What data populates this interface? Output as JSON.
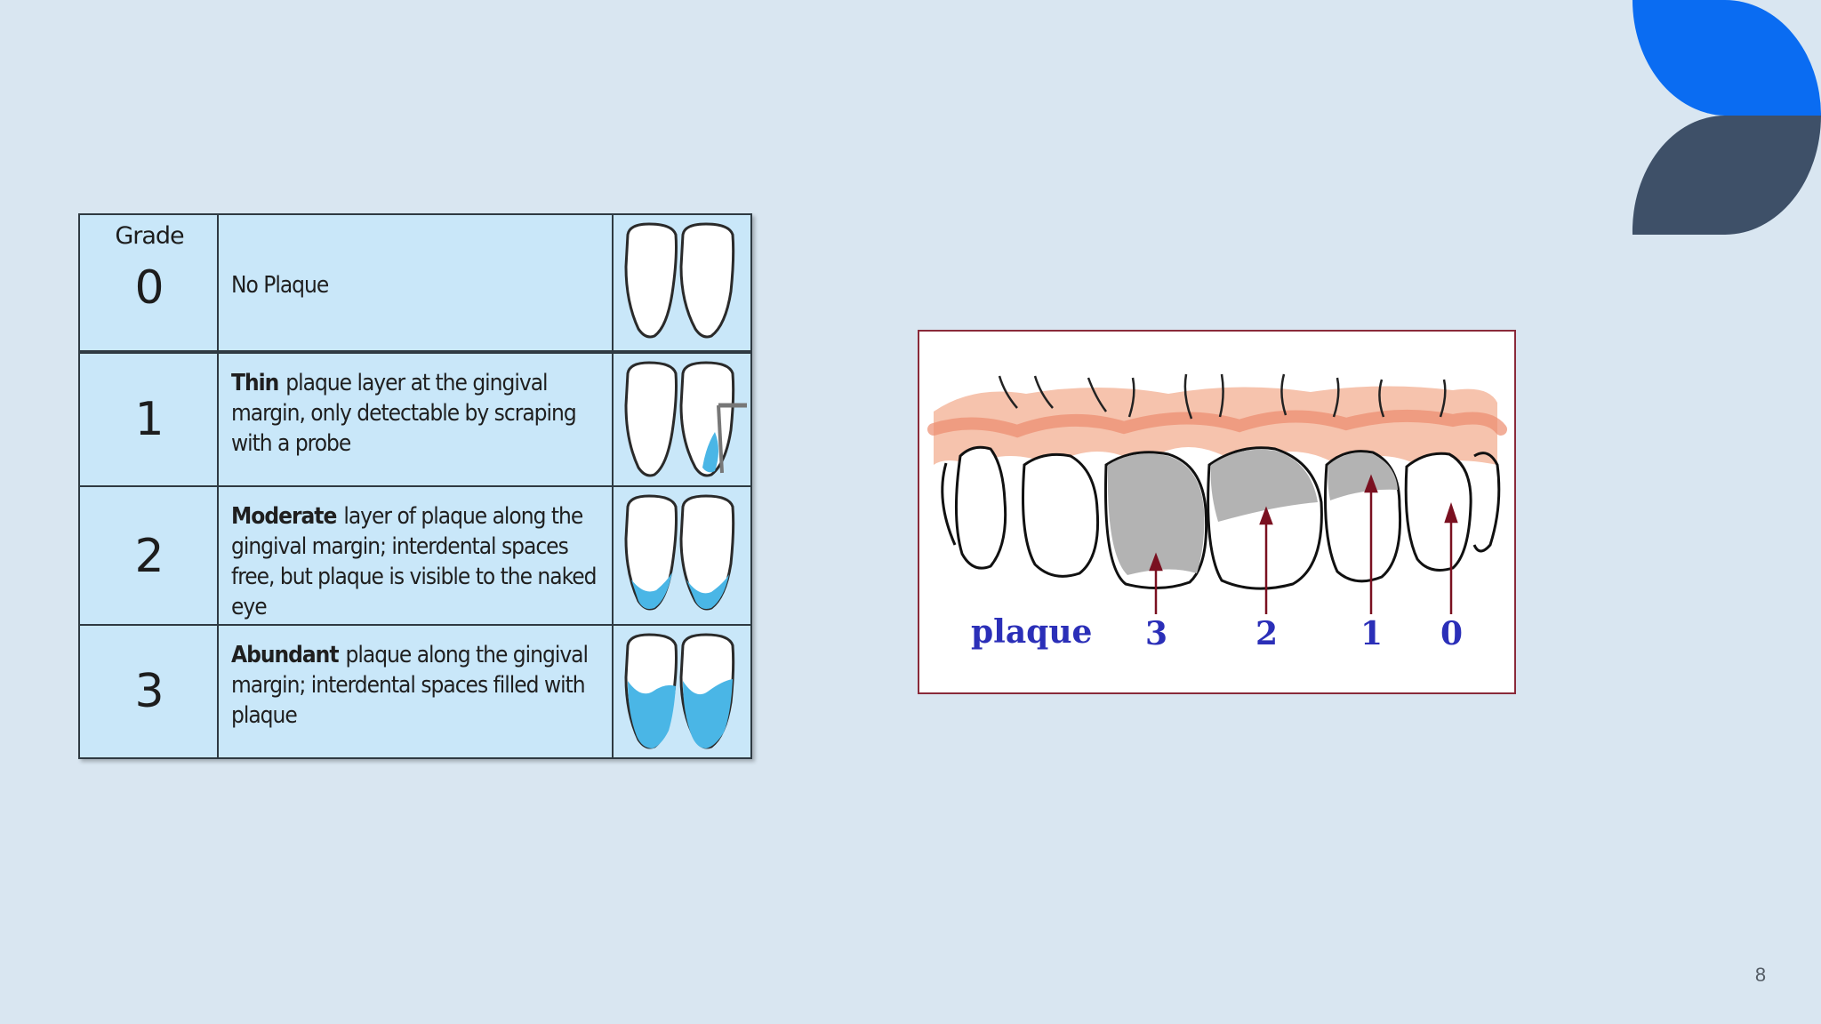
{
  "slide": {
    "page_number": "8",
    "accent_colors": {
      "blue": "#0a6cf2",
      "slate": "#3e5068",
      "background": "#d9e6f1"
    }
  },
  "table": {
    "header": "Grade",
    "rows": [
      {
        "grade": "0",
        "term": "",
        "text": "No Plaque"
      },
      {
        "grade": "1",
        "term": "Thin",
        "text": "plaque layer at the gingival margin, only detectable by scraping with a probe"
      },
      {
        "grade": "2",
        "term": "Moderate",
        "text": "layer of plaque along the gingival margin; interdental spaces free, but plaque is visible to the naked eye"
      },
      {
        "grade": "3",
        "term": "Abundant",
        "text": "plaque along the gingival margin; interdental spaces filled with plaque"
      }
    ]
  },
  "figure": {
    "word": "plaque",
    "labels": [
      "3",
      "2",
      "1",
      "0"
    ]
  }
}
